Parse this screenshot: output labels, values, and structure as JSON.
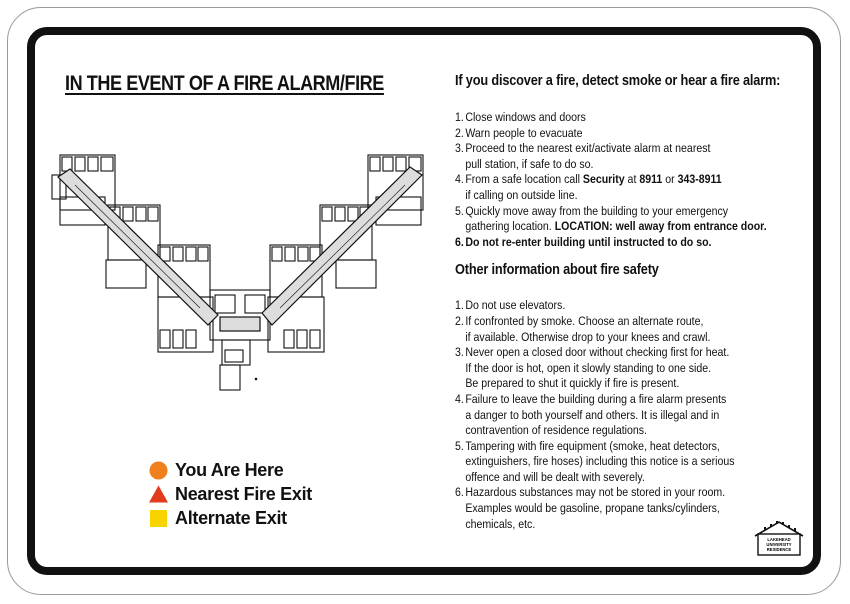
{
  "sign": {
    "title": "IN THE EVENT OF A FIRE ALARM/FIRE",
    "legend": [
      {
        "label": "You Are Here",
        "shape": "circle",
        "color": "#f0801e"
      },
      {
        "label": "Nearest Fire Exit",
        "shape": "triangle",
        "color": "#e23a1c"
      },
      {
        "label": "Alternate Exit",
        "shape": "square",
        "color": "#f7d400"
      }
    ]
  },
  "section1": {
    "title": "If you discover a fire, detect smoke or hear a fire alarm:",
    "items": [
      {
        "num": "1.",
        "lines": [
          [
            {
              "t": "Close windows and doors"
            }
          ]
        ]
      },
      {
        "num": "2.",
        "lines": [
          [
            {
              "t": "Warn people to evacuate"
            }
          ]
        ]
      },
      {
        "num": "3.",
        "lines": [
          [
            {
              "t": "Proceed to the nearest exit/activate alarm at nearest"
            }
          ],
          [
            {
              "t": "pull station, if safe to do so."
            }
          ]
        ]
      },
      {
        "num": "4.",
        "lines": [
          [
            {
              "t": "From a safe location call "
            },
            {
              "t": "Security",
              "b": true
            },
            {
              "t": " at "
            },
            {
              "t": "8911",
              "b": true
            },
            {
              "t": " or "
            },
            {
              "t": "343-8911",
              "b": true
            }
          ],
          [
            {
              "t": "if calling on outside line."
            }
          ]
        ]
      },
      {
        "num": "5.",
        "lines": [
          [
            {
              "t": "Quickly move away from the building to your emergency"
            }
          ],
          [
            {
              "t": "gathering location. "
            },
            {
              "t": "LOCATION: well away from entrance door.",
              "b": true
            }
          ]
        ]
      },
      {
        "num": "6.",
        "bold": true,
        "lines": [
          [
            {
              "t": "Do not re-enter building until instructed to do so.",
              "b": true
            }
          ]
        ]
      }
    ]
  },
  "section2": {
    "title": "Other information about fire safety",
    "items": [
      {
        "num": "1.",
        "lines": [
          [
            {
              "t": "Do not use elevators."
            }
          ]
        ]
      },
      {
        "num": "2.",
        "lines": [
          [
            {
              "t": "If confronted by smoke. Choose an alternate route,"
            }
          ],
          [
            {
              "t": "if available. Otherwise drop to your knees and crawl."
            }
          ]
        ]
      },
      {
        "num": "3.",
        "lines": [
          [
            {
              "t": "Never open a closed door without checking first for heat."
            }
          ],
          [
            {
              "t": "If the door is hot, open it slowly standing to one side."
            }
          ],
          [
            {
              "t": "Be prepared to shut it quickly if fire is present."
            }
          ]
        ]
      },
      {
        "num": "4.",
        "lines": [
          [
            {
              "t": "Failure to leave the building during a fire alarm presents"
            }
          ],
          [
            {
              "t": "a danger to both yourself and others. It is illegal and in"
            }
          ],
          [
            {
              "t": "contravention of residence regulations."
            }
          ]
        ]
      },
      {
        "num": "5.",
        "lines": [
          [
            {
              "t": "Tampering with fire equipment (smoke, heat detectors,"
            }
          ],
          [
            {
              "t": "extinguishers, fire hoses) including this notice is a serious"
            }
          ],
          [
            {
              "t": "offence and will be dealt with severely."
            }
          ]
        ]
      },
      {
        "num": "6.",
        "lines": [
          [
            {
              "t": "Hazardous substances may not be stored in your room."
            }
          ],
          [
            {
              "t": "Examples would be gasoline, propane tanks/cylinders,"
            }
          ],
          [
            {
              "t": "chemicals, etc."
            }
          ]
        ]
      }
    ]
  },
  "logo": {
    "lines": [
      "LAKEHEAD",
      "UNIVERSITY",
      "RESIDENCE"
    ]
  }
}
